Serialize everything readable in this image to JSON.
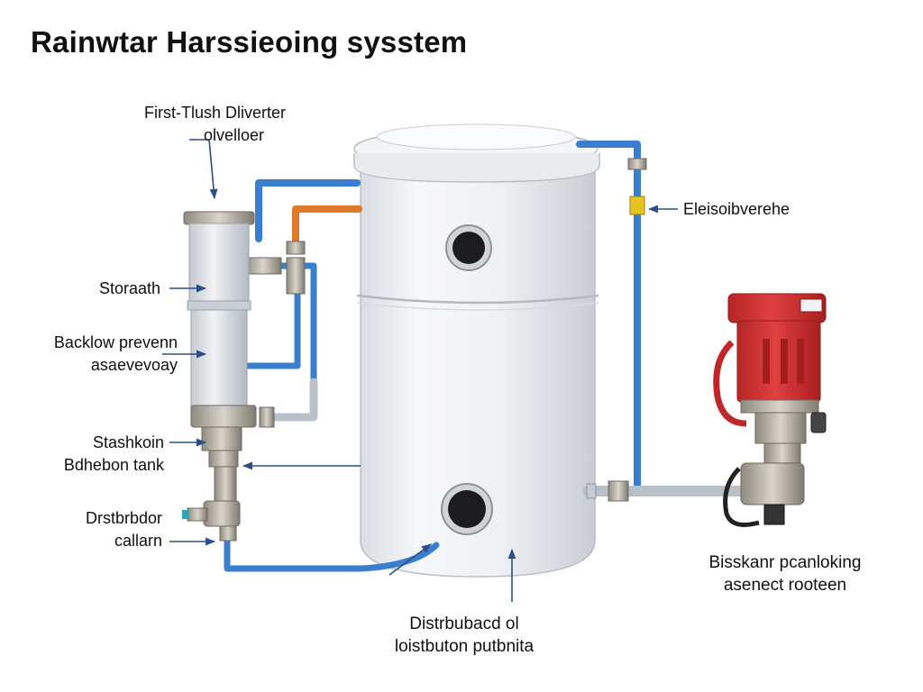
{
  "title": "Rainwtar Harssieoing sysstem",
  "labels": {
    "first_flush_line1": "First-Tlush Dliverter",
    "first_flush_line2": "olvelloer",
    "right_label": "Eleisoibverehe",
    "storage": "Storaath",
    "backflow_line1": "Backlow prevenn",
    "backflow_line2": "asaevevoay",
    "stashkon_line1": "Stashkoin",
    "stashkon_line2": "Bdhebon tank",
    "distribution_left_line1": "Drstbrbdor",
    "distribution_left_line2": "callarn",
    "bottom_line1": "Distrbubacd ol",
    "bottom_line2": "loistbuton putbnita",
    "pump_line1": "Bisskanr pcanloking",
    "pump_line2": "asenect rooteen"
  },
  "colors": {
    "tank": "#eef0f3",
    "pipe_blue": "#3a7fcf",
    "pipe_orange": "#e07a2a",
    "pipe_gray": "#b8c0c8",
    "pump_red": "#d2302f",
    "brass": "#e8c21e",
    "arrow": "#2a4e86"
  }
}
